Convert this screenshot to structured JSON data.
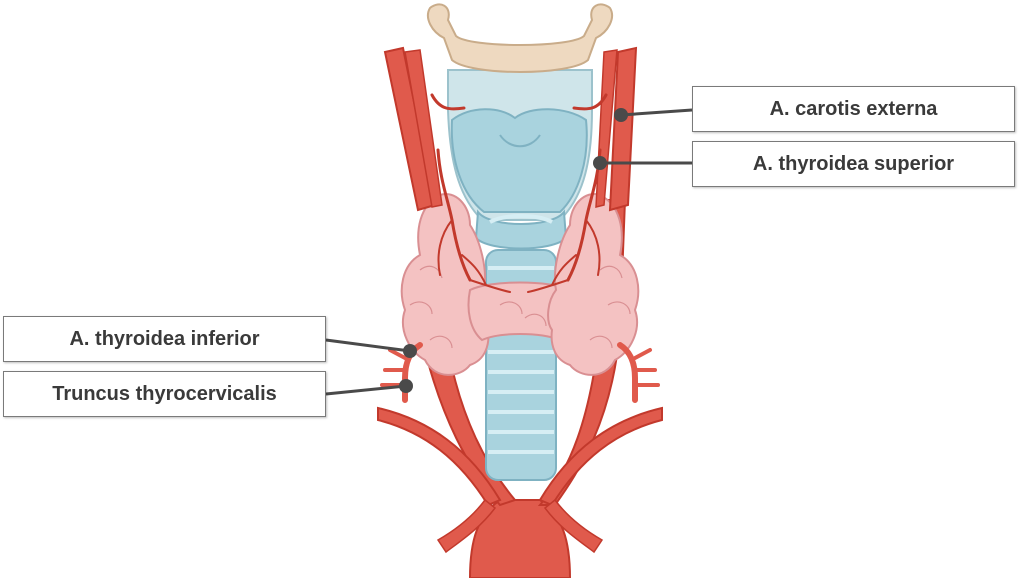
{
  "labels": {
    "carotis_externa": "A. carotis externa",
    "thyroidea_superior": "A. thyroidea superior",
    "thyroidea_inferior": "A. thyroidea inferior",
    "truncus_thyrocervicalis": "Truncus thyrocervicalis"
  },
  "colors": {
    "artery": "#e05a4c",
    "artery_dark": "#c2392c",
    "thyroid": "#f4c2c2",
    "thyroid_outline": "#d98f92",
    "cartilage": "#a9d3de",
    "cartilage_outline": "#7fb2c2",
    "hyoid": "#eed9c0",
    "leader": "#4a4a4a"
  }
}
